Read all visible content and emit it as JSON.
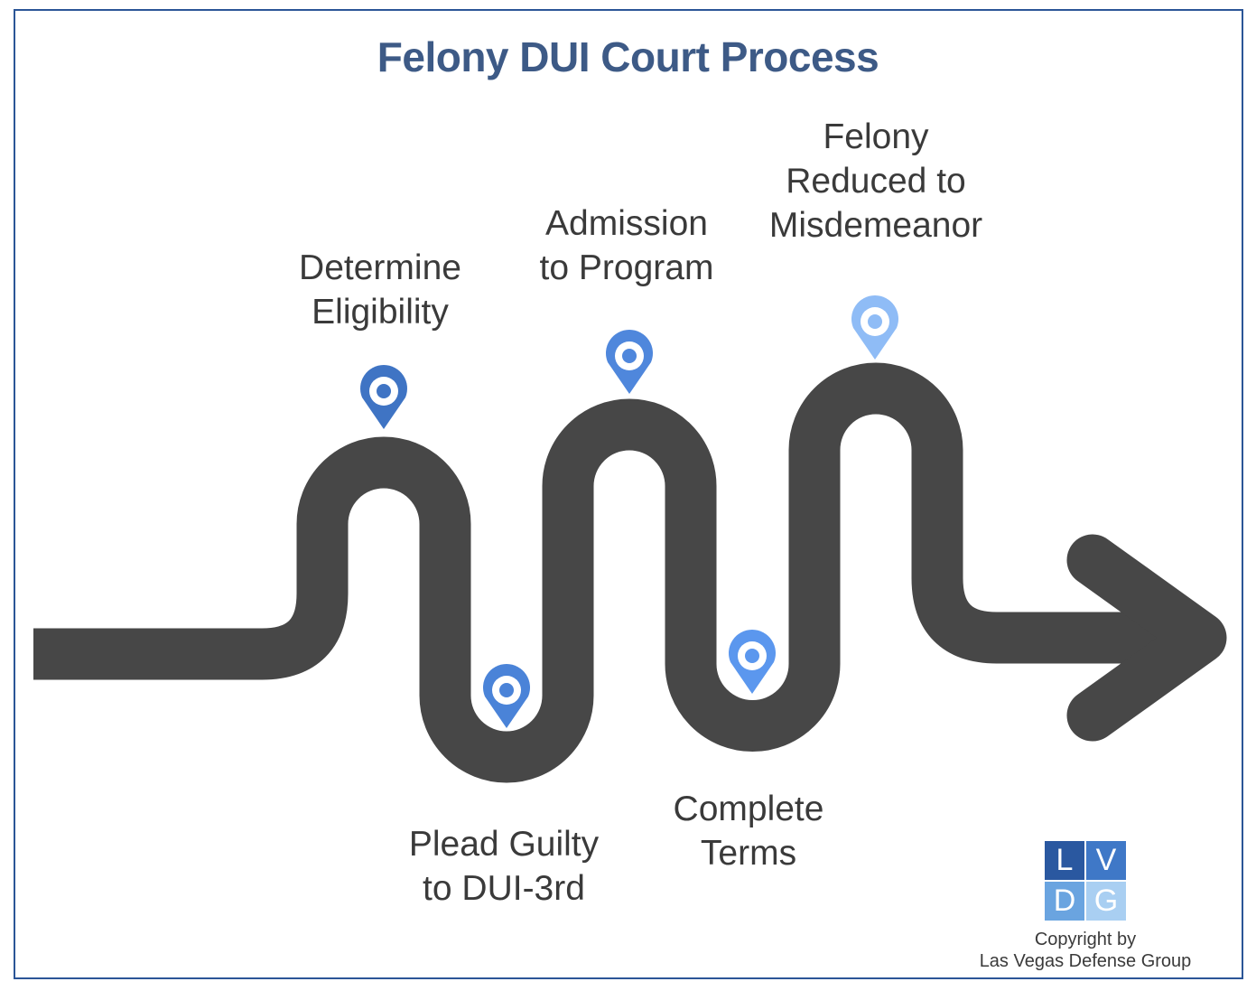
{
  "title": "Felony DUI Court Process",
  "steps": [
    {
      "lines": [
        "Determine",
        "Eligibility"
      ],
      "pin_color": "#3f74c4"
    },
    {
      "lines": [
        "Plead Guilty",
        "to DUI-3rd"
      ],
      "pin_color": "#4a83d8"
    },
    {
      "lines": [
        "Admission",
        "to Program"
      ],
      "pin_color": "#4f87dc"
    },
    {
      "lines": [
        "Complete",
        "Terms"
      ],
      "pin_color": "#5b97ee"
    },
    {
      "lines": [
        "Felony",
        "Reduced to",
        "Misdemeanor"
      ],
      "pin_color": "#8fbcf6"
    }
  ],
  "road_color": "#474747",
  "frame_color": "#2b5597",
  "title_color": "#3d5a86",
  "logo": {
    "letters": [
      "L",
      "V",
      "D",
      "G"
    ],
    "colors": [
      "#2a58a0",
      "#3f78c7",
      "#6aa4e0",
      "#a9cff2"
    ]
  },
  "copyright": [
    "Copyright by",
    "Las Vegas Defense Group"
  ]
}
